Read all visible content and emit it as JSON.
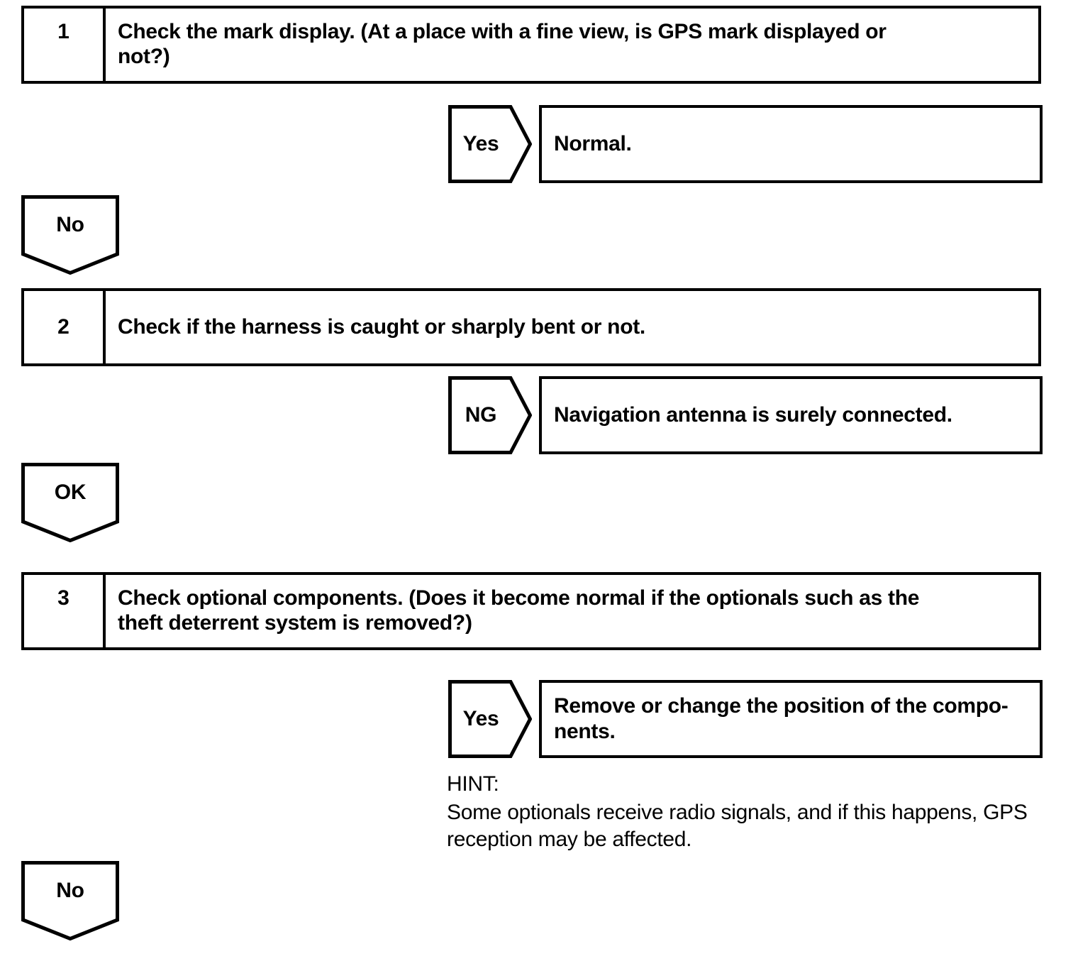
{
  "page": {
    "background": "#ffffff",
    "ink": "#000000"
  },
  "flowchart": {
    "steps": [
      {
        "number": "1",
        "question": "Check the mark display. (At a place with a fine view, is GPS mark displayed or\nnot?)"
      },
      {
        "number": "2",
        "question": "Check if the harness is caught or sharply bent or not."
      },
      {
        "number": "3",
        "question": "Check optional components. (Does it become normal if the optionals such as the\ntheft deterrent system is removed?)"
      }
    ],
    "branches": [
      {
        "label": "Yes",
        "result": "Normal."
      },
      {
        "label": "NG",
        "result": "Navigation antenna is surely connected."
      },
      {
        "label": "Yes",
        "result": "Remove or change the position of the compo-\nnents."
      }
    ],
    "continue_markers": [
      {
        "label": "No"
      },
      {
        "label": "OK"
      },
      {
        "label": "No"
      }
    ],
    "hint": {
      "title": "HINT:",
      "body": "Some optionals receive radio signals, and if this happens, GPS\nreception may be affected."
    }
  }
}
